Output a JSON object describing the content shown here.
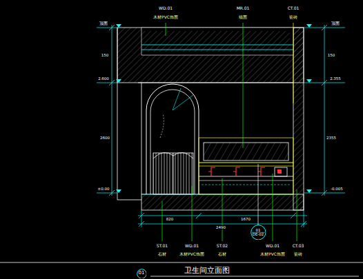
{
  "diagram": {
    "title": "卫生间立面图",
    "nodes": [
      {
        "text": [
          "01",
          "DE-02"
        ]
      },
      {
        "text": [
          "01"
        ]
      }
    ],
    "edges": [],
    "labels": [
      "WD.01",
      "木材PVC饰面",
      "MR.01",
      "镜面",
      "CT.01",
      "瓷砖",
      "顶面",
      "2.600",
      "±0.00",
      "顶面",
      "2.355",
      "-0.005",
      "150",
      "2600",
      "150",
      "2355",
      "820",
      "1670",
      "2490",
      "ST.01",
      "石材",
      "WD.01",
      "木材PVC饰面",
      "ST.02",
      "石材",
      "WD.01",
      "木材PVC饰面",
      "CT.03",
      "瓷砖"
    ]
  }
}
